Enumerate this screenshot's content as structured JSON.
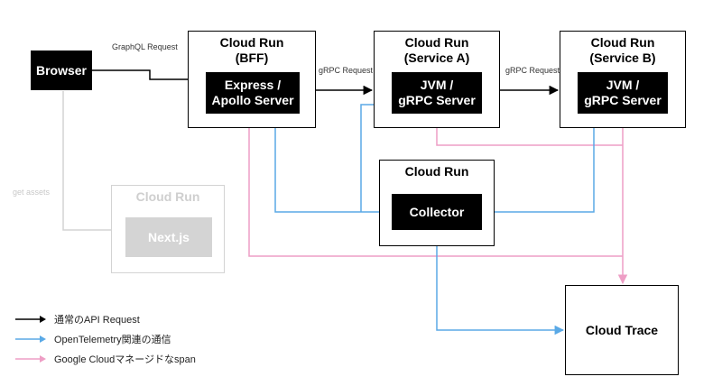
{
  "nodes": {
    "browser": "Browser",
    "bff": {
      "title": "Cloud Run\n(BFF)",
      "inner": "Express /\nApollo Server"
    },
    "service_a": {
      "title": "Cloud Run\n(Service A)",
      "inner": "JVM /\ngRPC Server"
    },
    "service_b": {
      "title": "Cloud Run\n(Service B)",
      "inner": "JVM /\ngRPC Server"
    },
    "collector": {
      "title": "Cloud Run",
      "inner": "Collector"
    },
    "nextjs": {
      "title": "Cloud Run",
      "inner": "Next.js"
    },
    "trace": "Cloud Trace"
  },
  "edge_labels": {
    "graphql": "GraphQL Request",
    "grpc_1": "gRPC Request",
    "grpc_2": "gRPC Request",
    "get_assets": "get assets"
  },
  "legend": [
    {
      "label": "通常のAPI Request",
      "color": "#000000"
    },
    {
      "label": "OpenTelemetry関連の通信",
      "color": "#5aa9e6"
    },
    {
      "label": "Google Cloudマネージドなspan",
      "color": "#ee9ec5"
    }
  ],
  "colors": {
    "api": "#000000",
    "otel": "#5aa9e6",
    "span": "#ee9ec5",
    "faded": "#d4d4d4"
  }
}
